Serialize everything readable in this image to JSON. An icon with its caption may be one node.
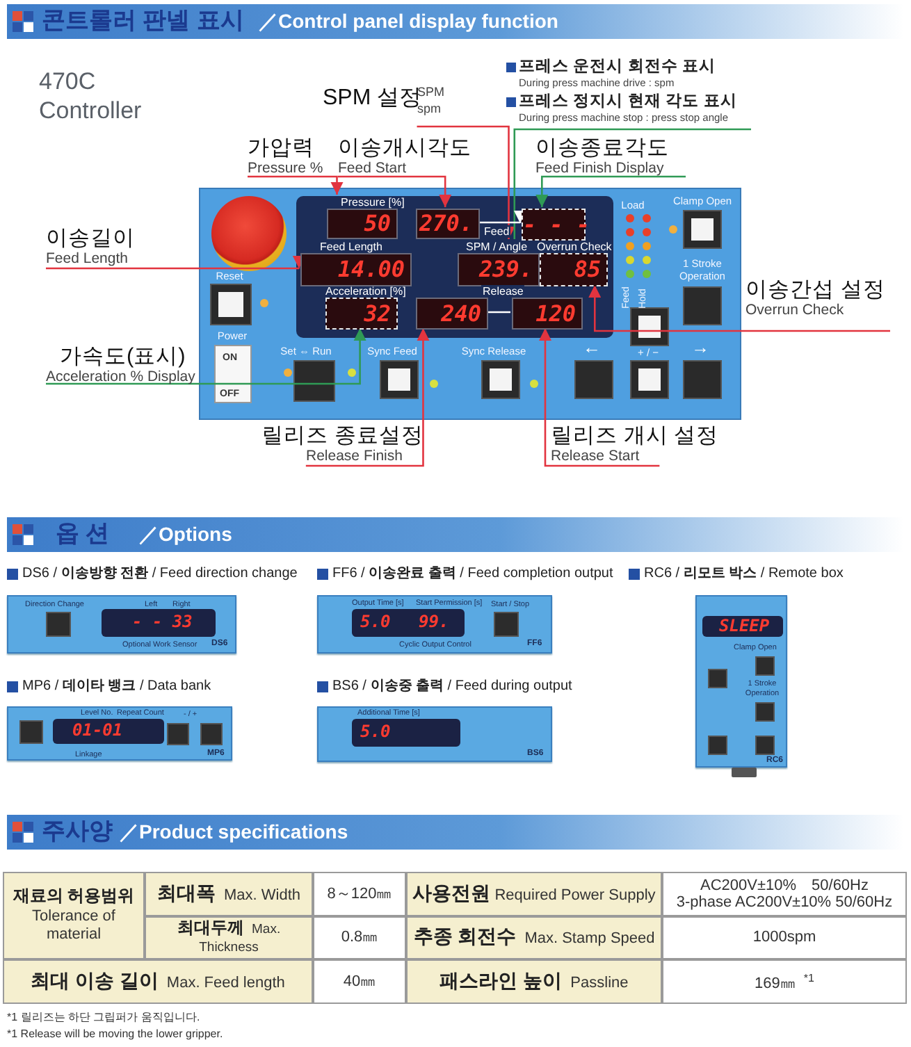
{
  "diagram": {
    "nodes": [
      {
        "text": [
          "프레스 운전시 회전수 표시",
          "During press machine drive : spm",
          "프레스 정지시 현재 각도 표시",
          "During press machine stop : press stop angle"
        ]
      },
      {
        "text": [
          "SPM 설정",
          "SPM spm"
        ]
      },
      {
        "text": [
          "가압력",
          "Pressure %"
        ]
      },
      {
        "text": [
          "이송개시각도",
          "Feed Start"
        ]
      },
      {
        "text": [
          "이송종료각도",
          "Feed Finish Display"
        ]
      },
      {
        "text": [
          "이송길이",
          "Feed Length"
        ]
      },
      {
        "text": [],
        "shape": "box"
      },
      {
        "text": [
          "Pressure [%]",
          "50"
        ],
        "in": 6
      },
      {
        "text": [
          "270."
        ],
        "in": 6
      },
      {
        "text": [
          "- - -"
        ],
        "in": 6
      },
      {
        "text": [
          "Feed Length",
          "14.00"
        ],
        "in": 6
      },
      {
        "text": [
          "SPM / Angle",
          "239."
        ],
        "in": 6
      },
      {
        "text": [
          "Overrun Check",
          "85"
        ],
        "in": 6
      },
      {
        "text": [
          "Acceleration [%]",
          "32"
        ],
        "in": 6
      },
      {
        "text": [
          "240"
        ],
        "in": 6
      },
      {
        "text": [
          "120"
        ],
        "in": 6
      },
      {
        "text": [
          "이송간섭 설정",
          "Overrun Check"
        ]
      },
      {
        "text": [
          "가속도(표시)",
          "Acceleration % Display"
        ]
      },
      {
        "text": [
          "릴리즈 종료설정",
          "Release Finish"
        ]
      },
      {
        "text": [
          "릴리즈 개시 설정",
          "Release Start"
        ]
      },
      {
        "text": [
          "DS6 / **이송방향 전환** / Feed direction change",
          "Direction Change",
          "Left",
          "Right",
          "- - 33",
          "Optional Work Sensor",
          "DS6"
        ]
      },
      {
        "text": [
          "FF6 / **이송완료 출력** / Feed completion output",
          "Output Time [s]",
          "Start Permission [s]",
          "5.0",
          "99.",
          "Cyclic Output Control",
          "Start / Stop",
          "FF6"
        ]
      },
      {
        "text": [
          "RC6 / **리모트 박스** / Remote box",
          "SLEEP",
          "Clamp Open",
          "1 Stroke Operation",
          "RC6"
        ]
      },
      {
        "text": [
          "MP6 / **데이타 뱅크** / Data bank",
          "Level No.",
          "Repeat Count",
          "01-01",
          "Linkage",
          "- / +",
          "MP6"
        ]
      },
      {
        "text": [
          "BS6 / **이송중 출력** / Feed during output",
          "Additional Time [s]",
          "5.0",
          "BS6"
        ]
      }
    ],
    "edges": [
      {
        "from": 1,
        "to": 11,
        "arrow": "to"
      },
      {
        "from": 0,
        "to": 11,
        "arrow": "none",
        "color": "#2f9a55"
      },
      {
        "from": 2,
        "to": 7,
        "arrow": "to"
      },
      {
        "from": 3,
        "to": 8,
        "arrow": "to"
      },
      {
        "from": 4,
        "to": 9,
        "arrow": "to",
        "color": "#2f9a55"
      },
      {
        "from": 5,
        "to": 10,
        "arrow": "to"
      },
      {
        "from": 16,
        "to": 12,
        "arrow": "to"
      },
      {
        "from": 17,
        "to": 13,
        "arrow": "to",
        "color": "#2f9a55"
      },
      {
        "from": 18,
        "to": 14,
        "arrow": "to"
      },
      {
        "from": 19,
        "to": 15,
        "arrow": "to"
      },
      {
        "from": 8,
        "to": 9,
        "arrow": "to",
        "label": "Feed",
        "color": "#ffffff"
      },
      {
        "from": 15,
        "to": 14,
        "arrow": "to",
        "label": "Release",
        "color": "#ffffff"
      }
    ],
    "labels": [
      "콘트롤러 판넬 표시",
      "／Control panel display function",
      "470C Controller",
      "Load",
      "Clamp Open",
      "Reset",
      "1 Stroke Operation",
      "Feed",
      "Hold",
      "Power",
      "ON",
      "OFF",
      "Set ⇔ Run",
      "Sync Feed",
      "Sync Release",
      "←",
      "+ / −",
      "→",
      "옵 션",
      "／Options",
      "주사양",
      "／Product specifications",
      "**재료의 허용범위** Tolerance of material",
      "**최대폭** Max. Width",
      "8～120㎜",
      "**사용전원**Required Power Supply",
      "AC200V±10%　50/60Hz",
      "3-phase AC200V±10% 50/60Hz",
      "**최대두께** Max. Thickness",
      "0.8㎜",
      "**추종 회전수** Max. Stamp Speed",
      "1000spm",
      "**최대 이송 길이** Max. Feed length",
      "40㎜",
      "**패스라인 높이** Passline",
      "169㎜ $^{*1}$",
      "*1 릴리즈는 하단 그립퍼가 움직입니다.",
      "*1 Release will be moving the lower gripper."
    ]
  }
}
